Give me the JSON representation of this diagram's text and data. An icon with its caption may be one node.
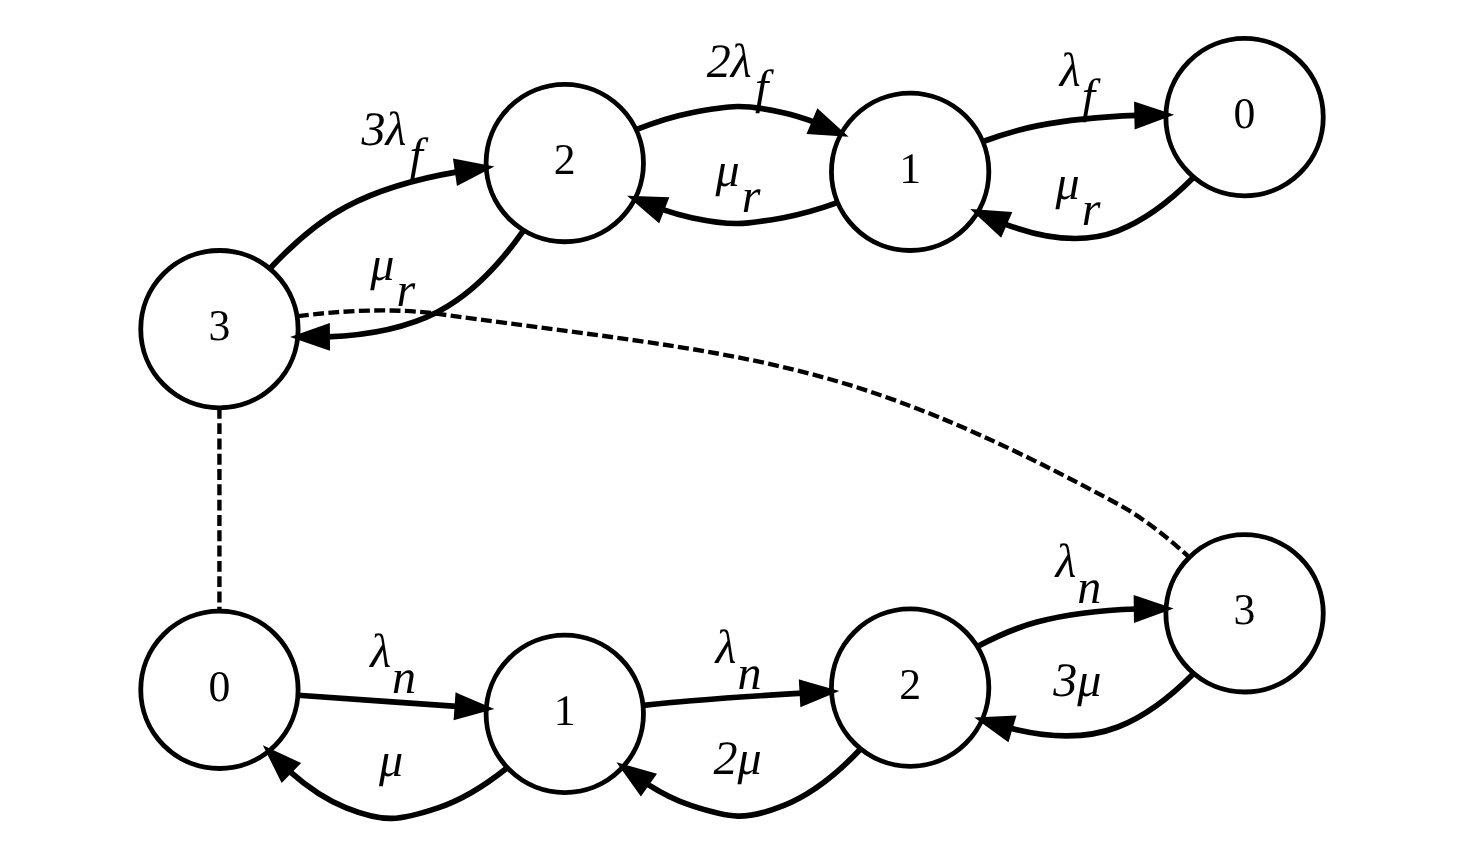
{
  "diagram": {
    "nodes": [
      {
        "text": [
          "3"
        ]
      },
      {
        "text": [
          "2"
        ]
      },
      {
        "text": [
          "1"
        ]
      },
      {
        "text": [
          "0"
        ]
      },
      {
        "text": [
          "0"
        ]
      },
      {
        "text": [
          "1"
        ]
      },
      {
        "text": [
          "2"
        ]
      },
      {
        "text": [
          "3"
        ]
      }
    ],
    "edges": [
      {
        "from": 0,
        "to": 1,
        "arrow": "to",
        "label": "3λ$_{f}$"
      },
      {
        "from": 1,
        "to": 0,
        "arrow": "to",
        "label": "μ$_{r}$"
      },
      {
        "from": 1,
        "to": 2,
        "arrow": "to",
        "label": "2λ$_{f}$"
      },
      {
        "from": 2,
        "to": 1,
        "arrow": "to",
        "label": "μ$_{r}$"
      },
      {
        "from": 2,
        "to": 3,
        "arrow": "to",
        "label": "λ$_{f}$"
      },
      {
        "from": 3,
        "to": 2,
        "arrow": "to",
        "label": "μ$_{r}$"
      },
      {
        "from": 0,
        "to": 4,
        "arrow": "none",
        "style": "dashed"
      },
      {
        "from": 0,
        "to": 7,
        "arrow": "none",
        "style": "dashed"
      },
      {
        "from": 4,
        "to": 5,
        "arrow": "to",
        "label": "λ$_{n}$"
      },
      {
        "from": 5,
        "to": 4,
        "arrow": "to",
        "label": "μ"
      },
      {
        "from": 5,
        "to": 6,
        "arrow": "to",
        "label": "λ$_{n}$"
      },
      {
        "from": 6,
        "to": 5,
        "arrow": "to",
        "label": "2μ"
      },
      {
        "from": 6,
        "to": 7,
        "arrow": "to",
        "label": "λ$_{n}$"
      },
      {
        "from": 7,
        "to": 6,
        "arrow": "to",
        "label": "3μ"
      }
    ]
  }
}
